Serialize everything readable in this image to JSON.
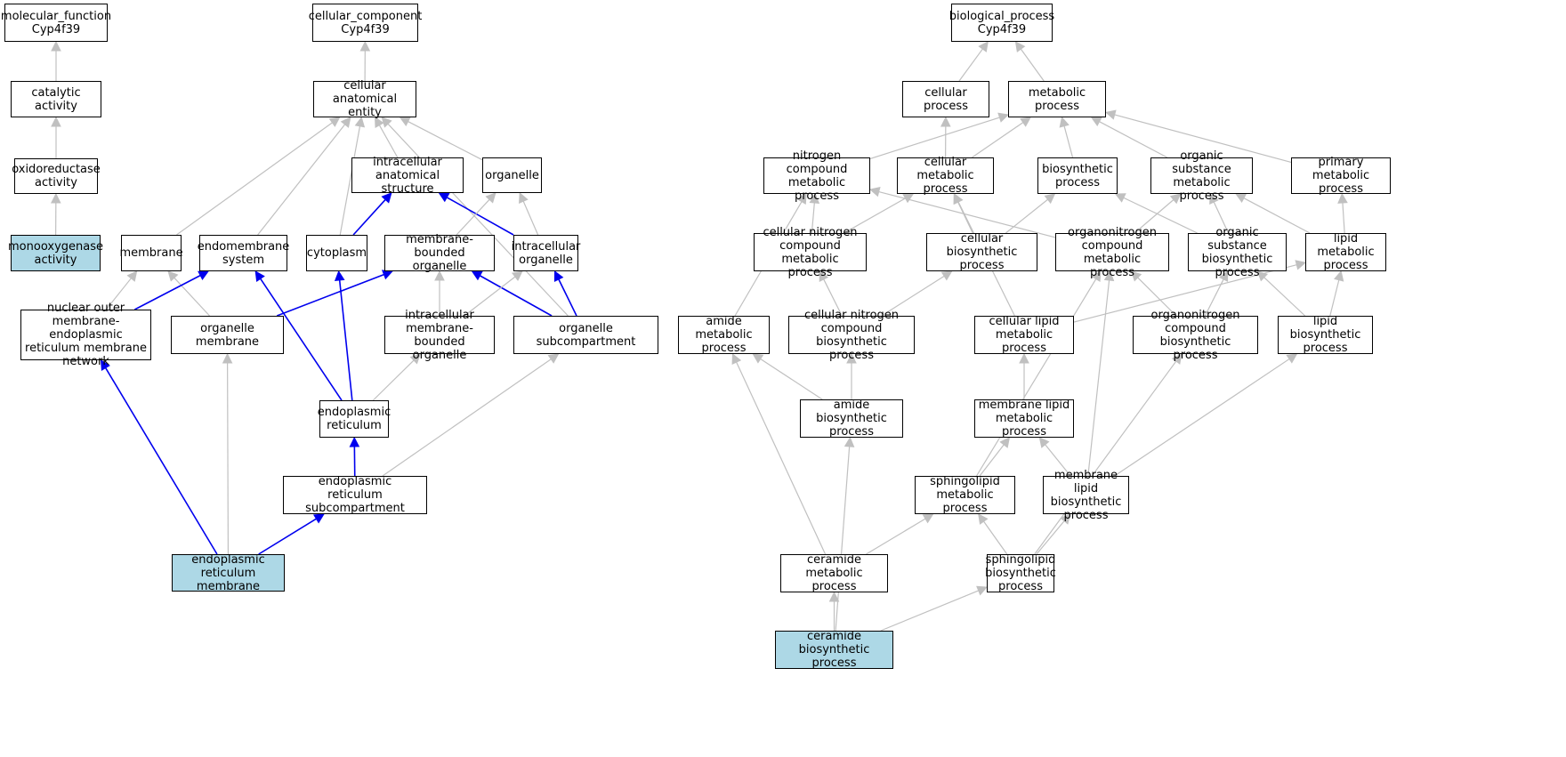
{
  "diagram": {
    "colors": {
      "highlight": "#add8e6",
      "edge_gray": "#c0c0c0",
      "edge_blue": "#0000ee",
      "border": "#000000"
    },
    "nodes": [
      {
        "id": "mf",
        "label": "molecular_function\nCyp4f39"
      },
      {
        "id": "cat",
        "label": "catalytic activity"
      },
      {
        "id": "oxr",
        "label": "oxidoreductase\nactivity"
      },
      {
        "id": "mono",
        "label": "monooxygenase\nactivity",
        "highlight": true
      },
      {
        "id": "cc",
        "label": "cellular_component\nCyp4f39"
      },
      {
        "id": "cae",
        "label": "cellular anatomical\nentity"
      },
      {
        "id": "ias",
        "label": "intracellular\nanatomical structure"
      },
      {
        "id": "org",
        "label": "organelle"
      },
      {
        "id": "mem",
        "label": "membrane"
      },
      {
        "id": "ems",
        "label": "endomembrane\nsystem"
      },
      {
        "id": "cyt",
        "label": "cytoplasm"
      },
      {
        "id": "mbo",
        "label": "membrane-bounded\norganelle"
      },
      {
        "id": "io",
        "label": "intracellular\norganelle"
      },
      {
        "id": "nom",
        "label": "nuclear outer\nmembrane-endoplasmic\nreticulum membrane\nnetwork"
      },
      {
        "id": "om",
        "label": "organelle membrane"
      },
      {
        "id": "imbo",
        "label": "intracellular\nmembrane-bounded\norganelle"
      },
      {
        "id": "osc",
        "label": "organelle subcompartment"
      },
      {
        "id": "er",
        "label": "endoplasmic\nreticulum"
      },
      {
        "id": "ersc",
        "label": "endoplasmic\nreticulum subcompartment"
      },
      {
        "id": "erm",
        "label": "endoplasmic\nreticulum membrane",
        "highlight": true
      },
      {
        "id": "bp",
        "label": "biological_process\nCyp4f39"
      },
      {
        "id": "cp",
        "label": "cellular process"
      },
      {
        "id": "mp",
        "label": "metabolic process"
      },
      {
        "id": "ncmp",
        "label": "nitrogen compound\nmetabolic process"
      },
      {
        "id": "cmp",
        "label": "cellular metabolic\nprocess"
      },
      {
        "id": "bsp",
        "label": "biosynthetic\nprocess"
      },
      {
        "id": "osmp",
        "label": "organic substance\nmetabolic process"
      },
      {
        "id": "pmp",
        "label": "primary metabolic\nprocess"
      },
      {
        "id": "cncmp",
        "label": "cellular nitrogen\ncompound metabolic\nprocess"
      },
      {
        "id": "cbp",
        "label": "cellular biosynthetic\nprocess"
      },
      {
        "id": "oncmp",
        "label": "organonitrogen\ncompound metabolic\nprocess"
      },
      {
        "id": "osbp",
        "label": "organic substance\nbiosynthetic\nprocess"
      },
      {
        "id": "lmp",
        "label": "lipid metabolic\nprocess"
      },
      {
        "id": "amp",
        "label": "amide metabolic\nprocess"
      },
      {
        "id": "cncbp",
        "label": "cellular nitrogen\ncompound biosynthetic\nprocess"
      },
      {
        "id": "clmp",
        "label": "cellular lipid\nmetabolic process"
      },
      {
        "id": "oncbp",
        "label": "organonitrogen\ncompound biosynthetic\nprocess"
      },
      {
        "id": "lbp",
        "label": "lipid biosynthetic\nprocess"
      },
      {
        "id": "abp",
        "label": "amide biosynthetic\nprocess"
      },
      {
        "id": "mlmp",
        "label": "membrane lipid\nmetabolic process"
      },
      {
        "id": "smp",
        "label": "sphingolipid\nmetabolic process"
      },
      {
        "id": "mlbp",
        "label": "membrane lipid\nbiosynthetic\nprocess"
      },
      {
        "id": "cermp",
        "label": "ceramide metabolic\nprocess"
      },
      {
        "id": "sbp",
        "label": "sphingolipid\nbiosynthetic\nprocess"
      },
      {
        "id": "cerbp",
        "label": "ceramide biosynthetic\nprocess",
        "highlight": true
      }
    ],
    "edges": [
      {
        "from": "cat",
        "to": "mf"
      },
      {
        "from": "oxr",
        "to": "cat"
      },
      {
        "from": "mono",
        "to": "oxr"
      },
      {
        "from": "cae",
        "to": "cc"
      },
      {
        "from": "ias",
        "to": "cae"
      },
      {
        "from": "org",
        "to": "cae"
      },
      {
        "from": "mem",
        "to": "cae"
      },
      {
        "from": "ems",
        "to": "cae"
      },
      {
        "from": "cyt",
        "to": "cae"
      },
      {
        "from": "osc",
        "to": "cae"
      },
      {
        "from": "cyt",
        "to": "ias",
        "blue": true
      },
      {
        "from": "io",
        "to": "ias",
        "blue": true
      },
      {
        "from": "mbo",
        "to": "org"
      },
      {
        "from": "io",
        "to": "org"
      },
      {
        "from": "nom",
        "to": "mem"
      },
      {
        "from": "om",
        "to": "mem"
      },
      {
        "from": "nom",
        "to": "ems",
        "blue": true
      },
      {
        "from": "er",
        "to": "ems",
        "blue": true
      },
      {
        "from": "er",
        "to": "cyt",
        "blue": true
      },
      {
        "from": "om",
        "to": "mbo",
        "blue": true
      },
      {
        "from": "imbo",
        "to": "mbo"
      },
      {
        "from": "osc",
        "to": "mbo",
        "blue": true
      },
      {
        "from": "imbo",
        "to": "io"
      },
      {
        "from": "osc",
        "to": "io",
        "blue": true
      },
      {
        "from": "erm",
        "to": "nom",
        "blue": true
      },
      {
        "from": "erm",
        "to": "om"
      },
      {
        "from": "er",
        "to": "imbo"
      },
      {
        "from": "ersc",
        "to": "osc"
      },
      {
        "from": "ersc",
        "to": "er",
        "blue": true
      },
      {
        "from": "erm",
        "to": "ersc",
        "blue": true
      },
      {
        "from": "cp",
        "to": "bp"
      },
      {
        "from": "mp",
        "to": "bp"
      },
      {
        "from": "ncmp",
        "to": "mp"
      },
      {
        "from": "cmp",
        "to": "mp"
      },
      {
        "from": "bsp",
        "to": "mp"
      },
      {
        "from": "osmp",
        "to": "mp"
      },
      {
        "from": "pmp",
        "to": "mp"
      },
      {
        "from": "cmp",
        "to": "cp"
      },
      {
        "from": "cncmp",
        "to": "ncmp"
      },
      {
        "from": "oncmp",
        "to": "ncmp"
      },
      {
        "from": "amp",
        "to": "ncmp"
      },
      {
        "from": "cncmp",
        "to": "cmp"
      },
      {
        "from": "cbp",
        "to": "cmp"
      },
      {
        "from": "clmp",
        "to": "cmp"
      },
      {
        "from": "cbp",
        "to": "bsp"
      },
      {
        "from": "osbp",
        "to": "bsp"
      },
      {
        "from": "oncmp",
        "to": "osmp"
      },
      {
        "from": "osbp",
        "to": "osmp"
      },
      {
        "from": "lmp",
        "to": "osmp"
      },
      {
        "from": "lmp",
        "to": "pmp"
      },
      {
        "from": "cncbp",
        "to": "cncmp"
      },
      {
        "from": "cncbp",
        "to": "cbp"
      },
      {
        "from": "oncbp",
        "to": "oncmp"
      },
      {
        "from": "smp",
        "to": "oncmp"
      },
      {
        "from": "mlbp",
        "to": "oncmp"
      },
      {
        "from": "oncbp",
        "to": "osbp"
      },
      {
        "from": "lbp",
        "to": "osbp"
      },
      {
        "from": "clmp",
        "to": "lmp"
      },
      {
        "from": "lbp",
        "to": "lmp"
      },
      {
        "from": "abp",
        "to": "amp"
      },
      {
        "from": "cermp",
        "to": "amp"
      },
      {
        "from": "mlmp",
        "to": "clmp"
      },
      {
        "from": "sbp",
        "to": "oncbp"
      },
      {
        "from": "mlbp",
        "to": "lbp"
      },
      {
        "from": "abp",
        "to": "cncbp"
      },
      {
        "from": "smp",
        "to": "mlmp"
      },
      {
        "from": "mlbp",
        "to": "mlmp"
      },
      {
        "from": "cerbp",
        "to": "abp"
      },
      {
        "from": "cermp",
        "to": "smp"
      },
      {
        "from": "sbp",
        "to": "smp"
      },
      {
        "from": "sbp",
        "to": "mlbp"
      },
      {
        "from": "cerbp",
        "to": "cermp"
      },
      {
        "from": "cerbp",
        "to": "sbp"
      }
    ]
  }
}
